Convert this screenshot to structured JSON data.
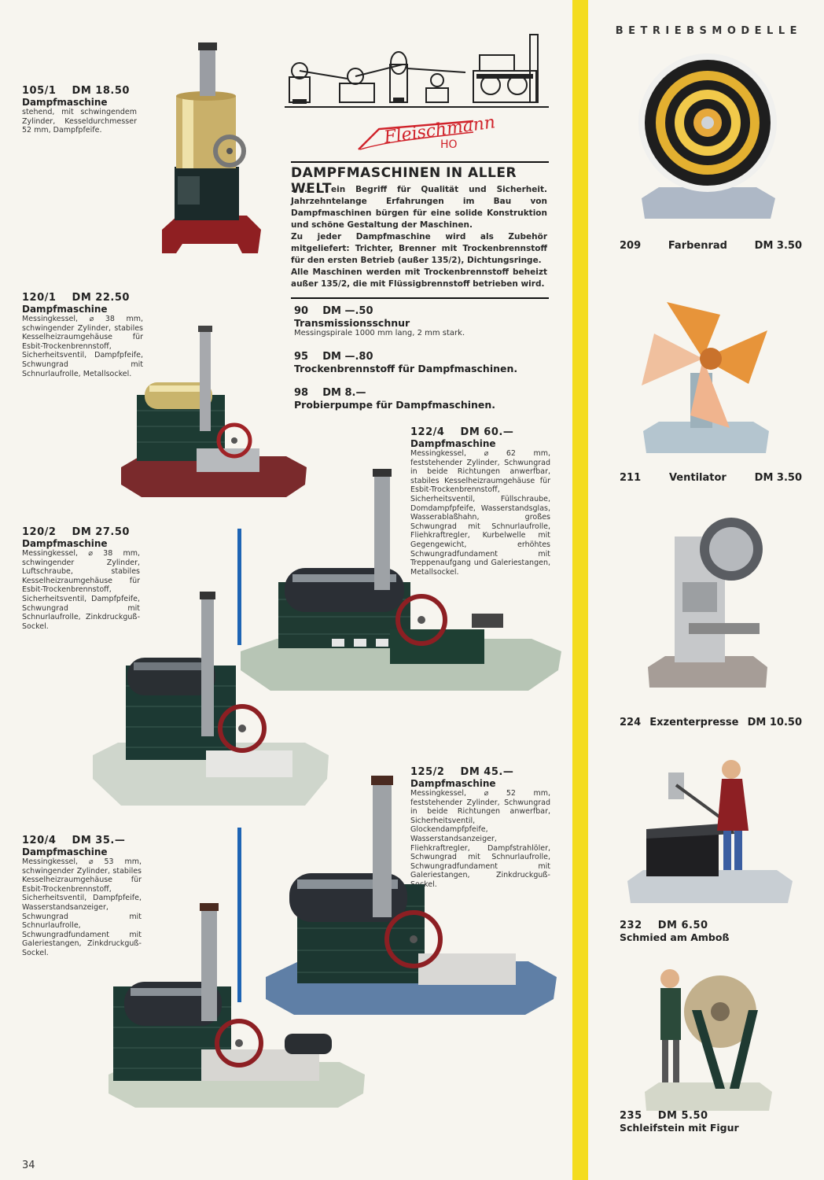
{
  "page": {
    "section_title": "BETRIEBSMODELLE",
    "page_number": "34",
    "brand": {
      "name": "Fleischmann",
      "scale": "HO",
      "color": "#d0222a"
    },
    "accent_colors": {
      "yellow": "#f4dc1f",
      "blue": "#1e64b4"
    }
  },
  "intro": {
    "heading": "DAMPFMASCHINEN IN ALLER WELT",
    "paragraphs": [
      ". . . ein Begriff für Qualität und Sicherheit. Jahrzehntelange Erfahrungen im Bau von Dampfmaschinen bürgen für eine solide Konstruktion und schöne Gestaltung der Maschinen.",
      "Zu jeder Dampfmaschine wird als Zubehör mitgeliefert: Trichter, Brenner mit Trockenbrennstoff für den ersten Betrieb (außer 135/2), Dichtungsringe.",
      "Alle Maschinen werden mit Trockenbrennstoff beheizt außer 135/2, die mit Flüssigbrennstoff betrieben wird."
    ]
  },
  "accessories": [
    {
      "no": "90",
      "price": "DM —.50",
      "title": "Transmissionsschnur",
      "desc": "Messingspirale 1000 mm lang, 2 mm stark."
    },
    {
      "no": "95",
      "price": "DM —.80",
      "title": "Trockenbrennstoff für Dampfmaschinen.",
      "desc": ""
    },
    {
      "no": "98",
      "price": "DM 8.—",
      "title": "Probierpumpe für Dampfmaschinen.",
      "desc": ""
    }
  ],
  "products": [
    {
      "no": "105/1",
      "price": "DM 18.50",
      "title": "Dampfmaschine",
      "desc": "stehend, mit schwingendem Zylinder, Kesseldurchmesser 52 mm, Dampfpfeife."
    },
    {
      "no": "120/1",
      "price": "DM 22.50",
      "title": "Dampfmaschine",
      "desc": "Messingkessel, ⌀ 38 mm, schwingender Zylinder, stabiles Kesselheizraumgehäuse für Esbit-Trockenbrennstoff, Sicherheitsventil, Dampfpfeife, Schwungrad mit Schnurlaufrolle, Metallsockel."
    },
    {
      "no": "120/2",
      "price": "DM 27.50",
      "title": "Dampfmaschine",
      "desc": "Messingkessel, ⌀ 38 mm, schwingender Zylinder, Luftschraube, stabiles Kesselheizraumgehäuse für Esbit-Trockenbrennstoff, Sicherheitsventil, Dampfpfeife, Schwungrad mit Schnurlaufrolle, Zinkdruckguß-Sockel."
    },
    {
      "no": "120/4",
      "price": "DM 35.—",
      "title": "Dampfmaschine",
      "desc": "Messingkessel, ⌀ 53 mm, schwingender Zylinder, stabiles Kesselheizraumgehäuse für Esbit-Trockenbrennstoff, Sicherheitsventil, Dampfpfeife, Wasserstandsanzeiger, Schwungrad mit Schnurlaufrolle, Schwungradfundament mit Galeriestangen, Zinkdruckguß-Sockel."
    },
    {
      "no": "122/4",
      "price": "DM 60.—",
      "title": "Dampfmaschine",
      "desc": "Messingkessel, ⌀ 62 mm, feststehender Zylinder, Schwungrad in beide Richtungen anwerfbar, stabiles Kesselheizraumgehäuse für Esbit-Trockenbrennstoff, Sicherheitsventil, Füllschraube, Domdampfpfeife, Wasserstandsglas, Wasserablaßhahn, großes Schwungrad mit Schnurlaufrolle, Fliehkraftregler, Kurbelwelle mit Gegengewicht, erhöhtes Schwungradfundament mit Treppenaufgang und Galeriestangen, Metallsockel."
    },
    {
      "no": "125/2",
      "price": "DM 45.—",
      "title": "Dampfmaschine",
      "desc": "Messingkessel, ⌀ 52 mm, feststehender Zylinder, Schwungrad in beide Richtungen anwerfbar, Sicherheitsventil, Glockendampfpfeife, Wasserstandsanzeiger, Fliehkraftregler, Dampfstrahlöler, Schwungrad mit Schnurlaufrolle, Schwungradfundament mit Galeriestangen, Zinkdruckguß-Sockel."
    }
  ],
  "side_models": [
    {
      "no": "209",
      "title": "Farbenrad",
      "price": "DM 3.50"
    },
    {
      "no": "211",
      "title": "Ventilator",
      "price": "DM 3.50"
    },
    {
      "no": "224",
      "title": "Exzenterpresse",
      "price": "DM 10.50"
    },
    {
      "no": "232",
      "price": "DM 6.50",
      "title": "Schmied am Amboß"
    },
    {
      "no": "235",
      "price": "DM 5.50",
      "title": "Schleifstein mit Figur"
    }
  ]
}
